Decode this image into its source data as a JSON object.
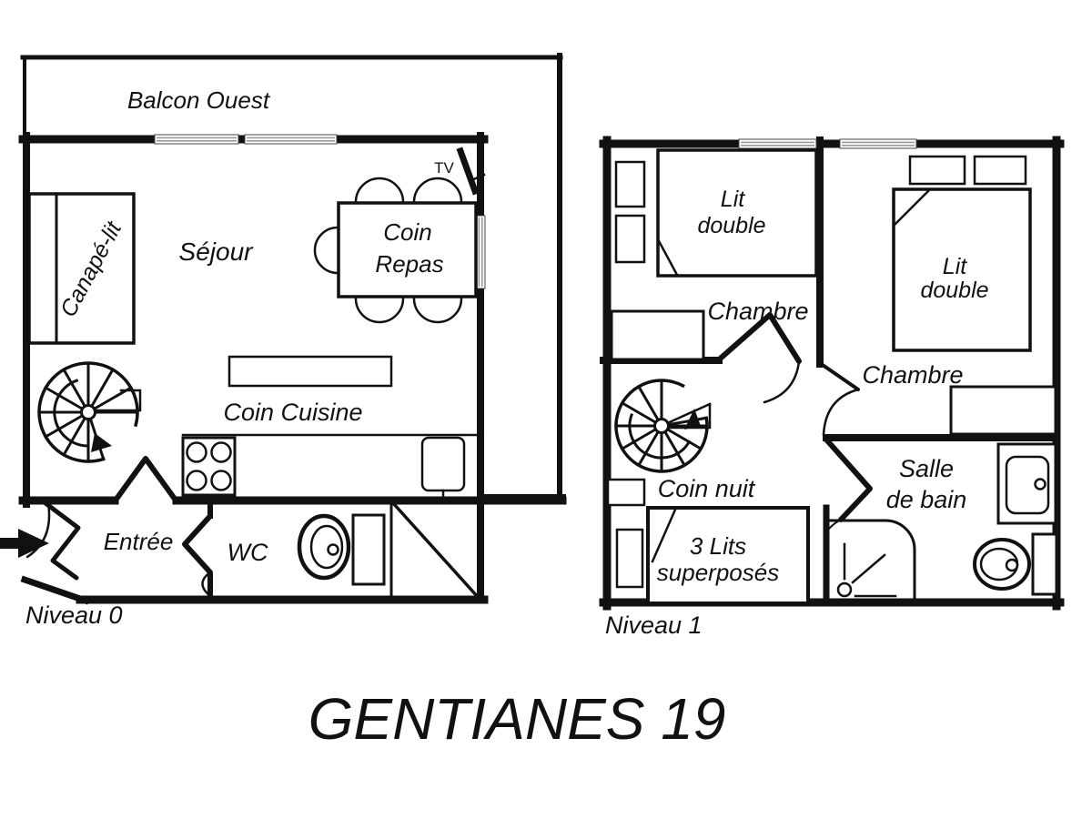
{
  "title": "GENTIANES 19",
  "colors": {
    "ink": "#111111",
    "paper": "#ffffff",
    "window_gray": "#9a9a9a"
  },
  "level0": {
    "label": "Niveau 0",
    "balcony": "Balcon Ouest",
    "living": "Séjour",
    "sofa_bed": "Canapé-lit",
    "dining_line1": "Coin",
    "dining_line2": "Repas",
    "tv": "TV",
    "kitchen": "Coin Cuisine",
    "entry": "Entrée",
    "wc": "WC"
  },
  "level1": {
    "label": "Niveau 1",
    "bedroom1": "Chambre",
    "bedroom1_bed_line1": "Lit",
    "bedroom1_bed_line2": "double",
    "bedroom2": "Chambre",
    "bedroom2_bed_line1": "Lit",
    "bedroom2_bed_line2": "double",
    "night_corner": "Coin nuit",
    "bunk_line1": "3 Lits",
    "bunk_line2": "superposés",
    "bathroom_line1": "Salle",
    "bathroom_line2": "de bain"
  }
}
